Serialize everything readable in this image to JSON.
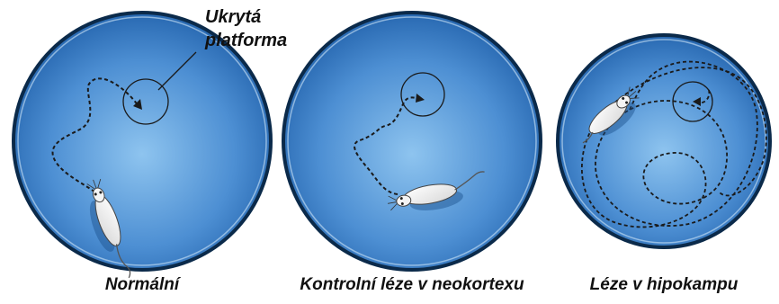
{
  "callout": {
    "line1": "Ukrytá",
    "line2": "platforma"
  },
  "panels": [
    {
      "label": "Normální"
    },
    {
      "label": "Kontrolní léze v neokortexu"
    },
    {
      "label": "Léze v hipokampu"
    }
  ],
  "colors": {
    "water_light": "#7db6e6",
    "water_dark": "#1e5ea8",
    "rim": "#0b2a4a",
    "path": "#1a1a1a",
    "rat_body": "#f7f7f7",
    "shadow": "#1b4f8c"
  }
}
